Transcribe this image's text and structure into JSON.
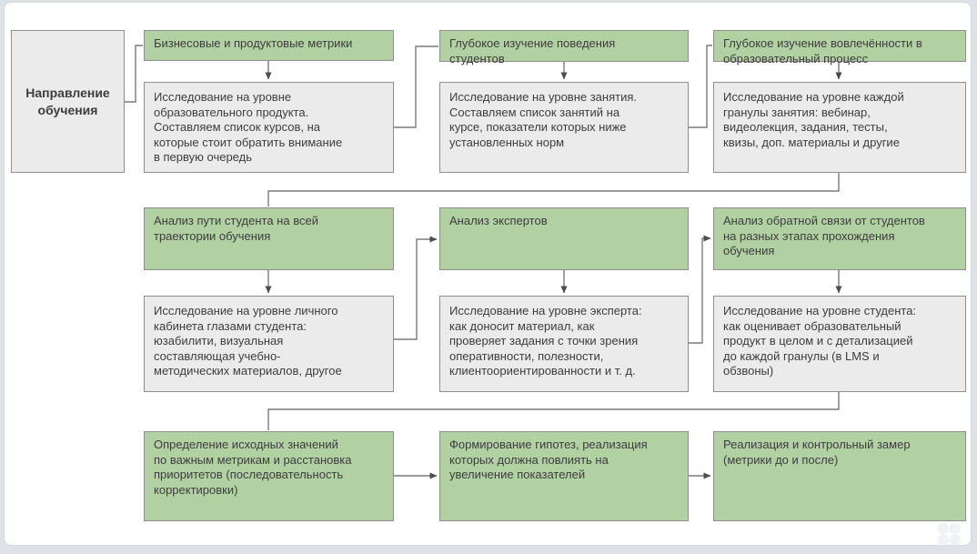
{
  "colors": {
    "green_fill": "#b2d1a3",
    "gray_fill": "#ebebeb",
    "node_border": "#8e8e8e",
    "connector_line": "#7b7b7b",
    "arrowhead": "#4d4d4d",
    "text": "#3d3d3d",
    "canvas_background": "#ffffff",
    "page_background": "#dee2e7"
  },
  "nodes": {
    "start": {
      "text": "Направление\nобучения"
    },
    "business_product_metrics": {
      "text": "Бизнесовые и продуктовые метрики"
    },
    "product_level_research": {
      "text": "Исследование на уровне\nобразовательного продукта.\nСоставляем список курсов, на\nкоторые стоит обратить внимание\nв первую очередь"
    },
    "student_behavior_study": {
      "text": "Глубокое изучение поведения\nстудентов"
    },
    "lesson_level_research": {
      "text": "Исследование на уровне занятия.\nСоставляем список занятий на\nкурсе, показатели которых ниже\nустановленных норм"
    },
    "engagement_study": {
      "text": "Глубокое изучение вовлечённости в\nобразовательный процесс"
    },
    "granule_level_research": {
      "text": "Исследование на уровне каждой\nгранулы занятия: вебинар,\nвидеолекция, задания, тесты,\nквизы, доп. материалы и другие"
    },
    "student_journey_analysis": {
      "text": "Анализ пути студента на всей\nтраектории обучения"
    },
    "personal_account_research": {
      "text": "Исследование на уровне личного\nкабинета глазами студента:\nюзабилити, визуальная\nсоставляющая учебно-\nметодических материалов, другое"
    },
    "expert_analysis": {
      "text": "Анализ экспертов"
    },
    "expert_level_research": {
      "text": "Исследование на уровне эксперта:\nкак доносит материал, как\nпроверяет задания с точки зрения\nоперативности, полезности,\nклиентоориентированности и т. д."
    },
    "student_feedback_analysis": {
      "text": "Анализ обратной связи от студентов\nна разных этапах прохождения\nобучения"
    },
    "student_level_research": {
      "text": "Исследование на уровне студента:\nкак оценивает образовательный\nпродукт в целом и с детализацией\nдо каждой гранулы (в LMS и\nобзвоны)"
    },
    "baseline_metrics_priorities": {
      "text": "Определение исходных значений\nпо важным метрикам и расстановка\nприоритетов (последовательность\nкорректировки)"
    },
    "hypothesis_formation": {
      "text": "Формирование гипотез, реализация\nкоторых должна повлиять на\nувеличение показателей"
    },
    "implementation_control": {
      "text": "Реализация и контрольный замер\n(метрики до и после)"
    }
  }
}
